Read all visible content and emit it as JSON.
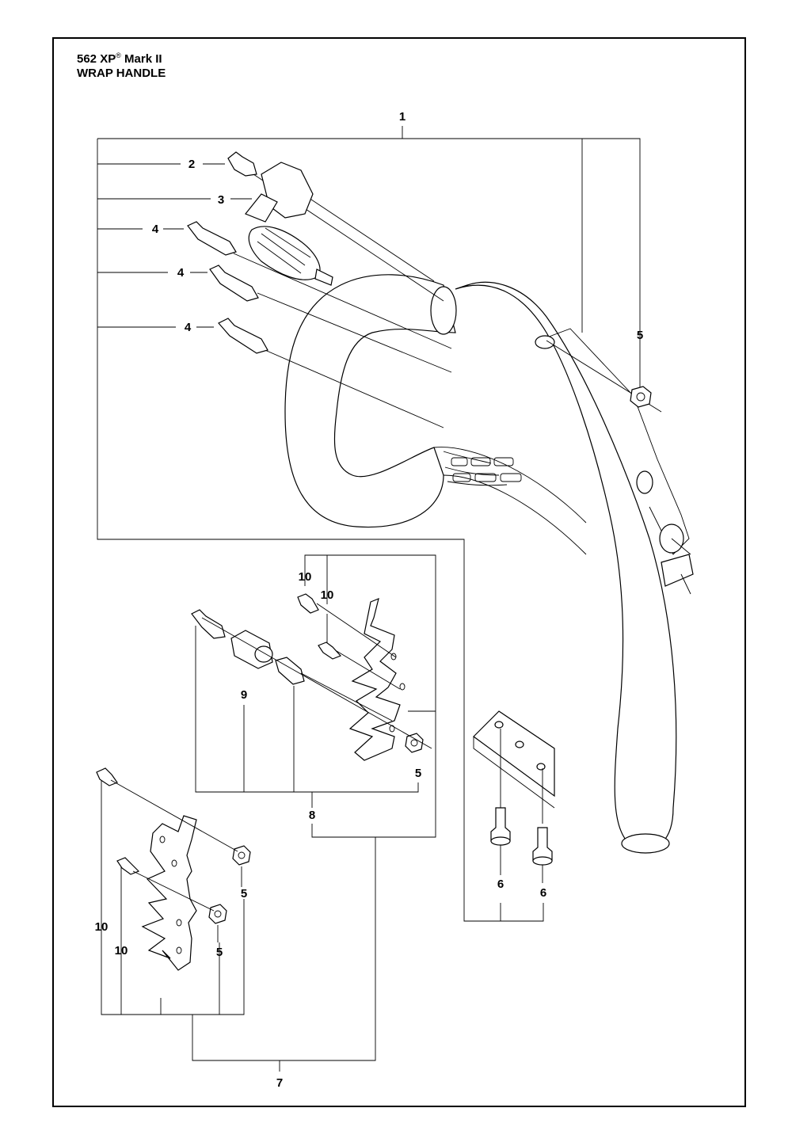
{
  "title": {
    "model": "562 XP",
    "reg_mark": "®",
    "variant": "Mark II",
    "section": "WRAP HANDLE"
  },
  "callouts": {
    "c1": "1",
    "c2": "2",
    "c3": "3",
    "c4a": "4",
    "c4b": "4",
    "c4c": "4",
    "c5a": "5",
    "c10a": "10",
    "c10b": "10",
    "c9": "9",
    "c5b": "5",
    "c8": "8",
    "c6a": "6",
    "c6b": "6",
    "c5c": "5",
    "c10c": "10",
    "c10d": "10",
    "c5d": "5",
    "c7": "7"
  }
}
